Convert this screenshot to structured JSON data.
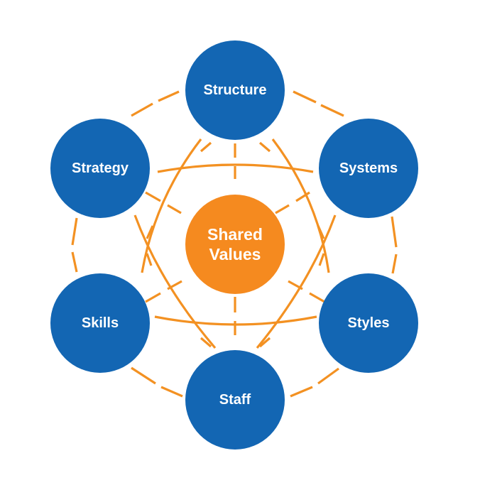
{
  "diagram": {
    "center": {
      "line1": "Shared",
      "line2": "Values"
    },
    "nodes": {
      "structure": "Structure",
      "systems": "Systems",
      "styles": "Styles",
      "staff": "Staff",
      "skills": "Skills",
      "strategy": "Strategy"
    }
  },
  "colors": {
    "node_fill": "#1366b3",
    "center_fill": "#f58a1f",
    "connector": "#f39122",
    "label_text": "#ffffff"
  }
}
